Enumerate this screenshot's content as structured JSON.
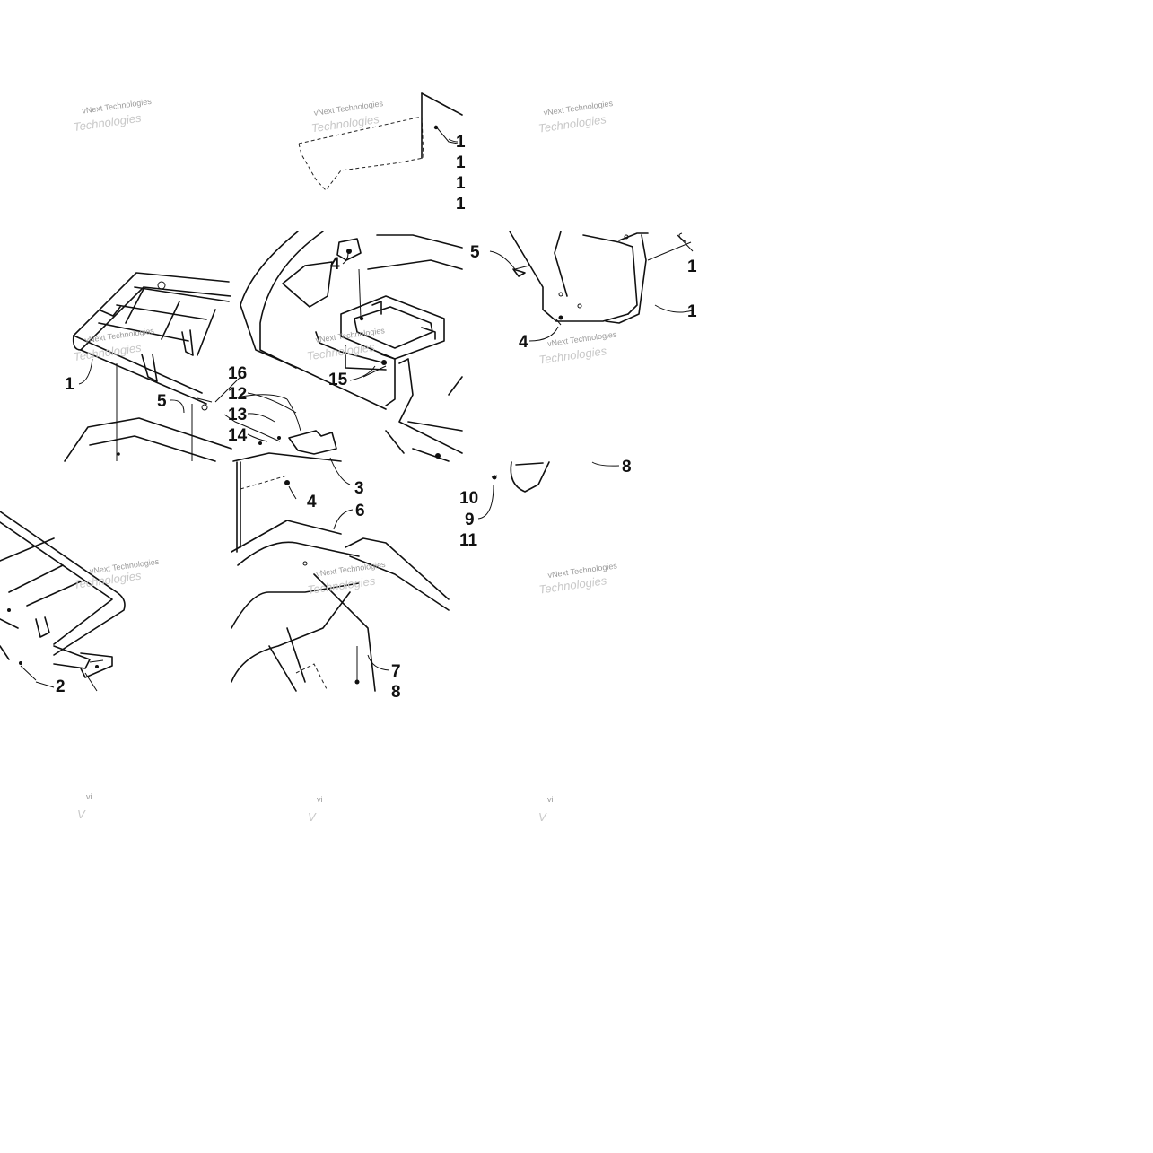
{
  "diagram": {
    "callouts": [
      {
        "id": "c1",
        "text": "1"
      },
      {
        "id": "c2",
        "text": "2"
      },
      {
        "id": "c3",
        "text": "3"
      },
      {
        "id": "c4a",
        "text": "4"
      },
      {
        "id": "c4b",
        "text": "4"
      },
      {
        "id": "c4c",
        "text": "4"
      },
      {
        "id": "c5a",
        "text": "5"
      },
      {
        "id": "c5b",
        "text": "5"
      },
      {
        "id": "c6",
        "text": "6"
      },
      {
        "id": "c7",
        "text": "7"
      },
      {
        "id": "c8a",
        "text": "8"
      },
      {
        "id": "c8b",
        "text": "8"
      },
      {
        "id": "c9",
        "text": "9"
      },
      {
        "id": "c10",
        "text": "10"
      },
      {
        "id": "c11",
        "text": "11"
      },
      {
        "id": "c12",
        "text": "12"
      },
      {
        "id": "c13",
        "text": "13"
      },
      {
        "id": "c14",
        "text": "14"
      },
      {
        "id": "c15",
        "text": "15"
      },
      {
        "id": "c16",
        "text": "16"
      },
      {
        "id": "c1t1",
        "text": "1"
      },
      {
        "id": "c1t2",
        "text": "1"
      },
      {
        "id": "c1t3",
        "text": "1"
      },
      {
        "id": "c1t4",
        "text": "1"
      },
      {
        "id": "c1r1",
        "text": "1"
      },
      {
        "id": "c1r2",
        "text": "1"
      }
    ],
    "watermark": {
      "line1": "vNext Technologies",
      "line2": "Technologies",
      "fragment": "vi",
      "fragment2": "V"
    }
  }
}
